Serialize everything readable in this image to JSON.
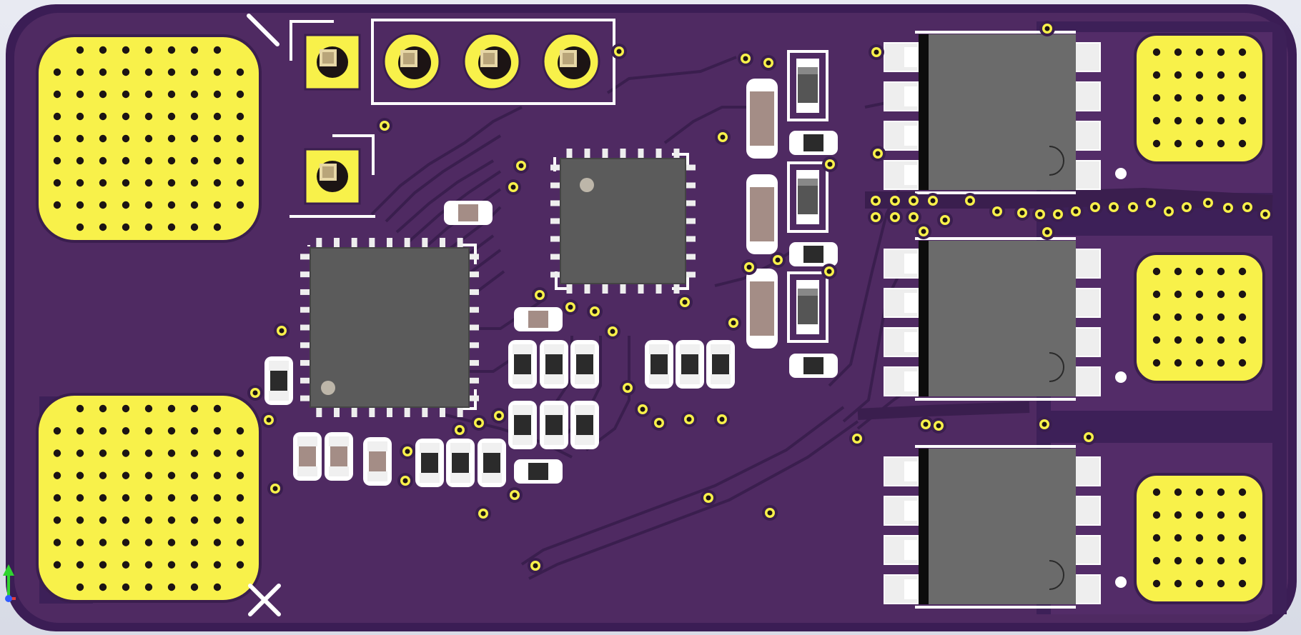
{
  "viewer": {
    "view_mode": "3D board render",
    "background_color": "#dfe2eb"
  },
  "board": {
    "type": "PCB",
    "solder_mask_color": "#4f2a62",
    "copper_color": "#f8f14a",
    "silkscreen_color": "#ffffff",
    "ic_body_color": "#5b5b5b",
    "mosfet_body_color": "#6b6b6b"
  },
  "axes_gizmo": {
    "icon": "xyz-axes-icon",
    "colors": {
      "x": "#e23b3b",
      "y": "#2fd32f",
      "z": "#2f5bff"
    }
  },
  "components": {
    "large_pads": [
      "battery-pad-top",
      "battery-pad-bottom"
    ],
    "motor_pads": [
      "motor-pad-a",
      "motor-pad-b",
      "motor-pad-c"
    ],
    "headers": [
      "pin-header-single-1",
      "pin-header-single-2",
      "pin-header-3pin"
    ],
    "ics": [
      "mcu-qfp",
      "gate-driver-qfn"
    ],
    "mosfets": [
      "mosfet-1",
      "mosfet-2",
      "mosfet-3"
    ]
  }
}
